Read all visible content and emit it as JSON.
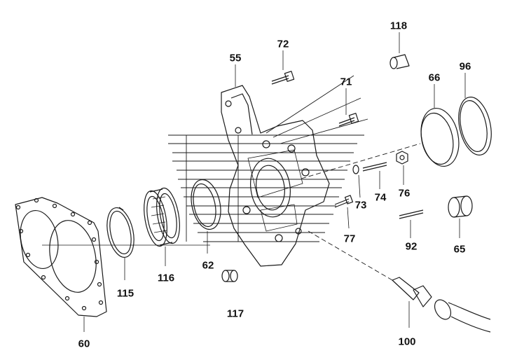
{
  "diagram": {
    "colors": {
      "line": "#1a1a1a",
      "background": "#ffffff",
      "shade": "#cfcfcf"
    },
    "parts": [
      {
        "id": "p118",
        "label": "118"
      },
      {
        "id": "p72",
        "label": "72"
      },
      {
        "id": "p55",
        "label": "55"
      },
      {
        "id": "p71",
        "label": "71"
      },
      {
        "id": "p66",
        "label": "66"
      },
      {
        "id": "p96",
        "label": "96"
      },
      {
        "id": "p74",
        "label": "74"
      },
      {
        "id": "p76",
        "label": "76"
      },
      {
        "id": "p73",
        "label": "73"
      },
      {
        "id": "p77",
        "label": "77"
      },
      {
        "id": "p65",
        "label": "65"
      },
      {
        "id": "p92",
        "label": "92"
      },
      {
        "id": "p115",
        "label": "115"
      },
      {
        "id": "p116",
        "label": "116"
      },
      {
        "id": "p62",
        "label": "62"
      },
      {
        "id": "p117",
        "label": "117"
      },
      {
        "id": "p60",
        "label": "60"
      },
      {
        "id": "p100",
        "label": "100"
      }
    ]
  }
}
